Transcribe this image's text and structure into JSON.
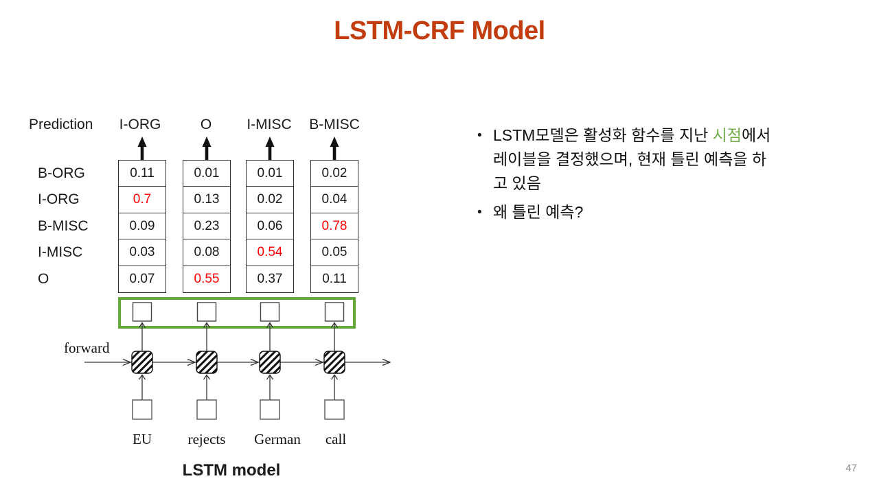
{
  "slide": {
    "title": "LSTM-CRF Model",
    "page_number": "47"
  },
  "diagram": {
    "prediction_label": "Prediction",
    "col_headers": [
      "I-ORG",
      "O",
      "I-MISC",
      "B-MISC"
    ],
    "row_labels": [
      "B-ORG",
      "I-ORG",
      "B-MISC",
      "I-MISC",
      "O"
    ],
    "prob_columns": [
      {
        "header": "I-ORG",
        "values": [
          "0.11",
          "0.7",
          "0.09",
          "0.03",
          "0.07"
        ],
        "red_row": 1
      },
      {
        "header": "O",
        "values": [
          "0.01",
          "0.13",
          "0.23",
          "0.08",
          "0.55"
        ],
        "red_row": 4
      },
      {
        "header": "I-MISC",
        "values": [
          "0.01",
          "0.02",
          "0.06",
          "0.54",
          "0.37"
        ],
        "red_row": 3
      },
      {
        "header": "B-MISC",
        "values": [
          "0.02",
          "0.04",
          "0.78",
          "0.05",
          "0.11"
        ],
        "red_row": 2
      }
    ],
    "forward_label": "forward",
    "input_words": [
      "EU",
      "rejects",
      "German",
      "call"
    ],
    "caption": "LSTM model",
    "icons": {
      "prediction_arrow": "up-arrow",
      "flow_arrow": "right-arrow"
    },
    "colors": {
      "title_orange": "#C23C0E",
      "highlight_red": "#FF0000",
      "green_box": "#66A93B",
      "green_text": "#74AD4B",
      "page_number_gray": "#8C8C8C"
    }
  },
  "bullets": {
    "item1": {
      "line1_pre": "LSTM모델은 활성화 함수를 지난 ",
      "line1_highlight": "시점",
      "line1_post": "에서",
      "line2": "레이블을 결정했으며, 현재 틀린 예측을 하",
      "line3": "고 있음"
    },
    "item2": "왜 틀린 예측?"
  }
}
